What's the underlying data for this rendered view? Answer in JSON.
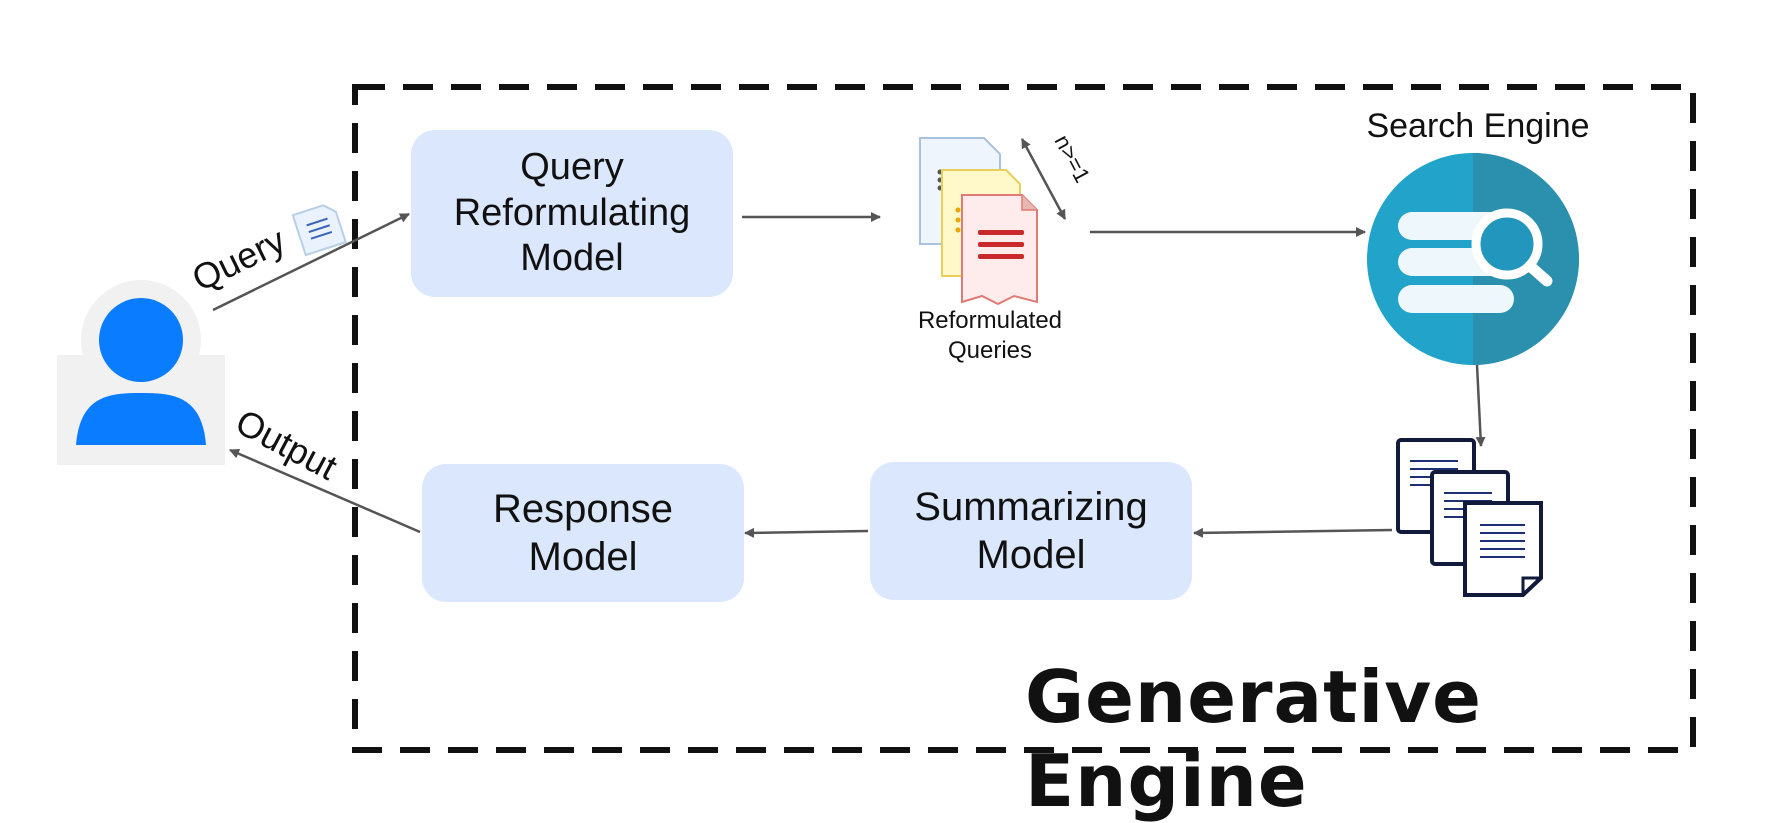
{
  "engine": {
    "title": "Generative Engine"
  },
  "user": {
    "query_label": "Query",
    "output_label": "Output"
  },
  "boxes": {
    "query_reformulating": [
      "Query",
      "Reformulating",
      "Model"
    ],
    "response": [
      "Response",
      "Model"
    ],
    "summarizing": [
      "Summarizing",
      "Model"
    ]
  },
  "reformulated": {
    "label_line1": "Reformulated",
    "label_line2": "Queries",
    "count_label": "n>=1"
  },
  "search_engine": {
    "label": "Search Engine"
  },
  "colors": {
    "box_fill": "#dae7fc",
    "user_blue": "#0a7cff",
    "search_teal": "#22a3c9",
    "search_teal_dark": "#2b8fae",
    "arrow": "#555555",
    "doc_red": "#c9292b"
  }
}
